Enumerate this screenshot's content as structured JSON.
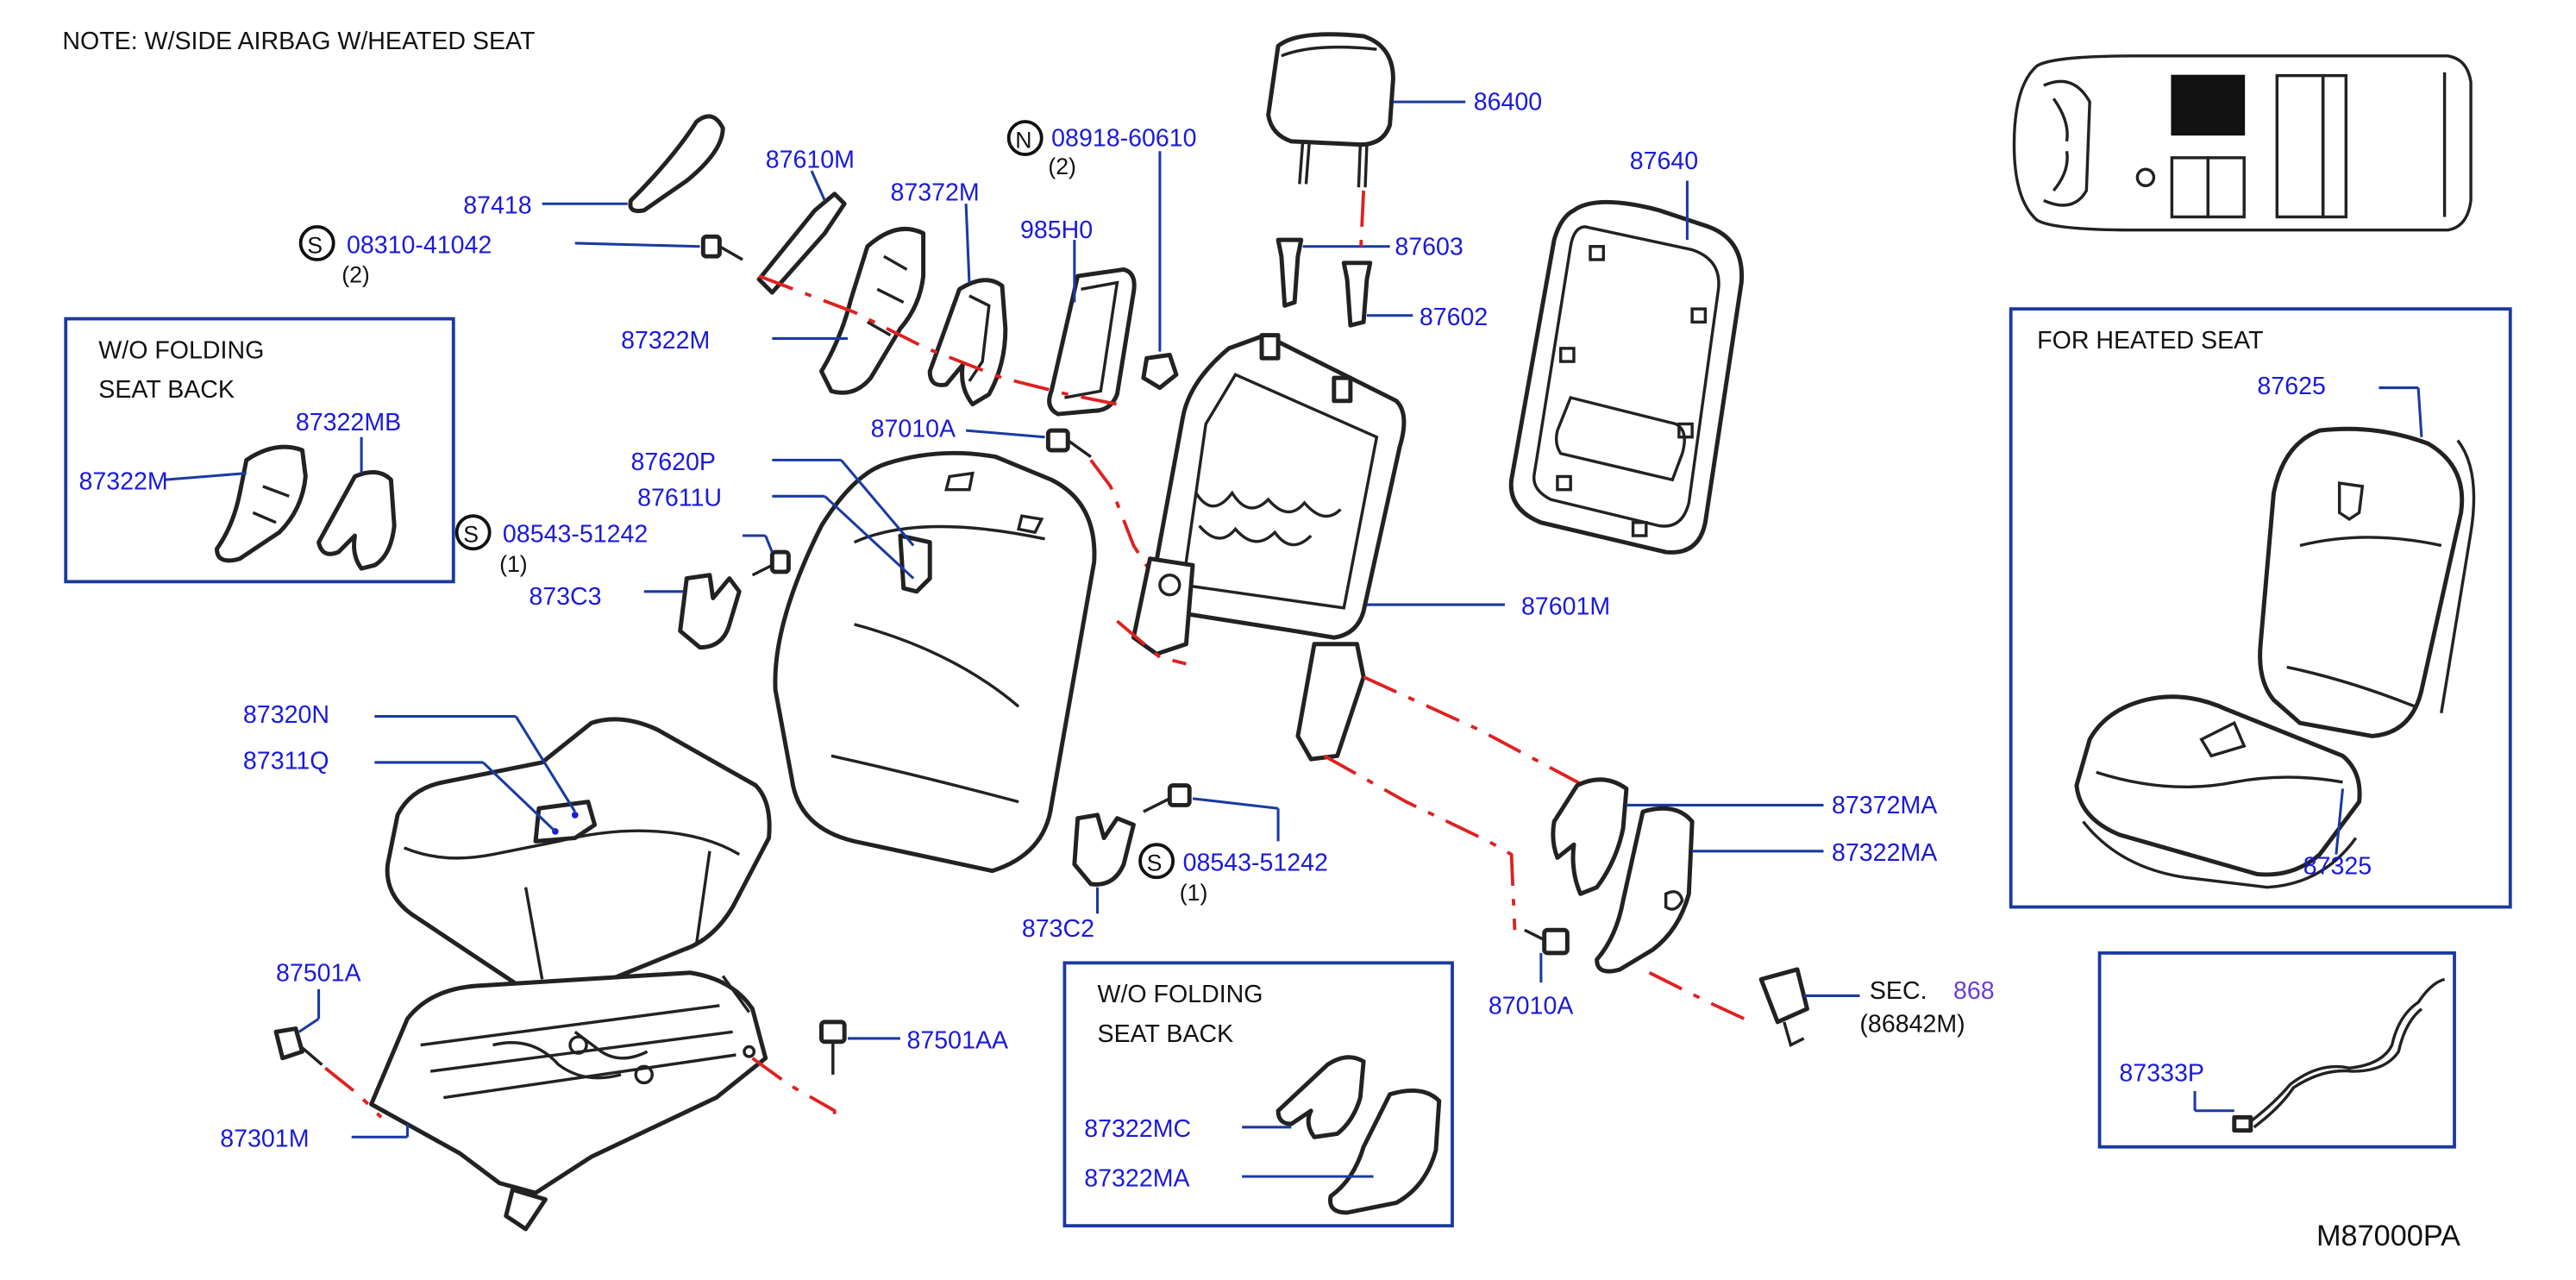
{
  "note": "NOTE:   W/SIDE   AIRBAG   W/HEATED   SEAT",
  "diagram_code": "M87000PA",
  "inset_wo_folding_1": {
    "line1": "W/O   FOLDING",
    "line2": "SEAT   BACK"
  },
  "inset_wo_folding_2": {
    "line1": "W/O   FOLDING",
    "line2": "SEAT   BACK"
  },
  "inset_heated": {
    "title": "FOR   HEATED   SEAT"
  },
  "symbols": {
    "s": "S",
    "n": "N"
  },
  "parts": {
    "p86400": "86400",
    "p87640": "87640",
    "p87418": "87418",
    "p87610M": "87610M",
    "p87372M": "87372M",
    "p985H0": "985H0",
    "p08918": "08918-60610",
    "p08918_qty": "(2)",
    "p08310": "08310-41042",
    "p08310_qty": "(2)",
    "p87322M": "87322M",
    "p87603": "87603",
    "p87602": "87602",
    "p87010A_1": "87010A",
    "p87620P": "87620P",
    "p87611U": "87611U",
    "p08543_1": "08543-51242",
    "p08543_1_qty": "(1)",
    "p873C3": "873C3",
    "p87601M": "87601M",
    "p87320N": "87320N",
    "p87311Q": "87311Q",
    "p87372MA": "87372MA",
    "p87322MA": "87322MA",
    "p08543_2": "08543-51242",
    "p08543_2_qty": "(1)",
    "p873C2": "873C2",
    "p87501A": "87501A",
    "p87501AA": "87501AA",
    "p87301M": "87301M",
    "p87010A_2": "87010A",
    "sec_label": "SEC.",
    "sec_num": "868",
    "p86842M": "(86842M)",
    "inset1_87322MB": "87322MB",
    "inset1_87322M": "87322M",
    "inset2_87322MC": "87322MC",
    "inset2_87322MA": "87322MA",
    "heated_87625": "87625",
    "heated_87325": "87325",
    "p87333P": "87333P"
  }
}
